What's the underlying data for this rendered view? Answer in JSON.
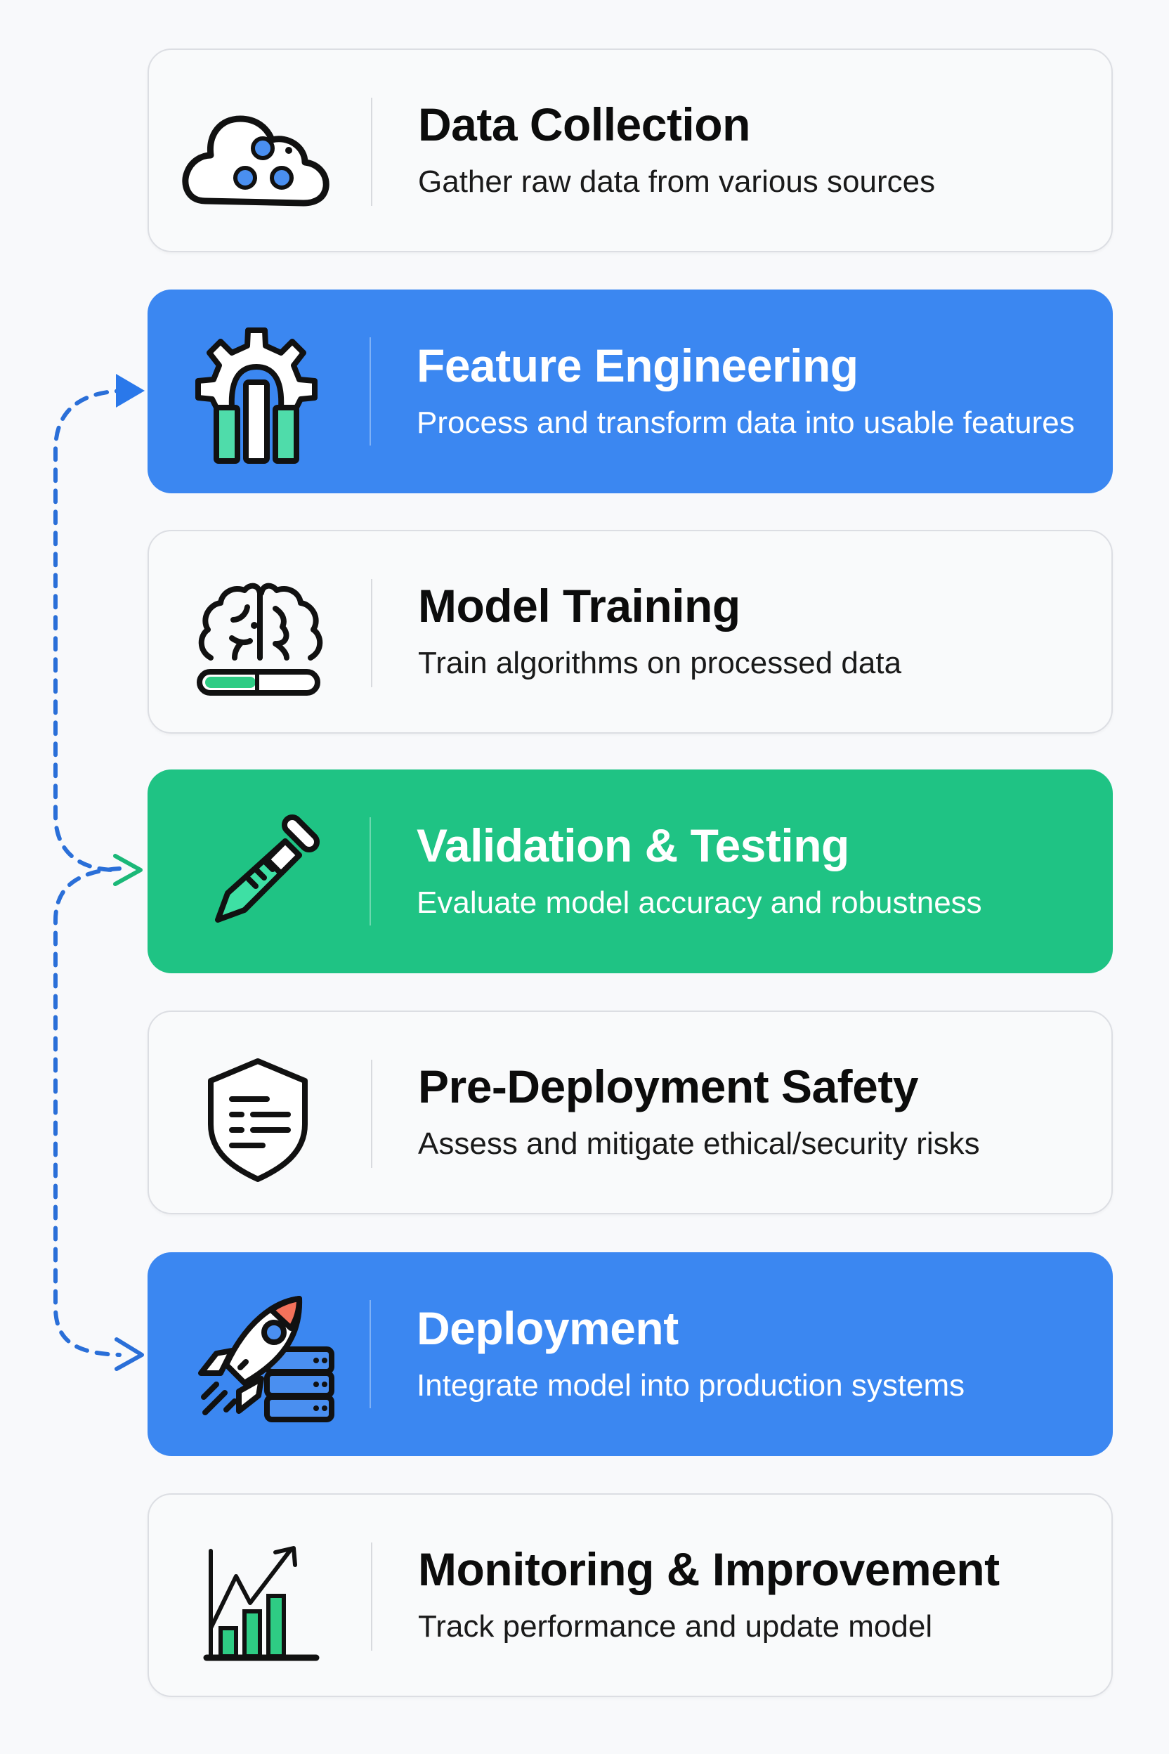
{
  "colors": {
    "background": "#f8f9fb",
    "blue": "#3b87f1",
    "green": "#1fc384",
    "connector_blue": "#2a6fd8",
    "connector_green": "#1bb878",
    "accent_coral": "#f4725b"
  },
  "steps": [
    {
      "title": "Data Collection",
      "subtitle": "Gather raw data from various sources",
      "icon": "cloud-data-icon",
      "style": "light"
    },
    {
      "title": "Feature Engineering",
      "subtitle": "Process and transform data into usable features",
      "icon": "gear-bars-icon",
      "style": "blue"
    },
    {
      "title": "Model Training",
      "subtitle": "Train algorithms on processed data",
      "icon": "brain-progress-icon",
      "style": "light"
    },
    {
      "title": "Validation & Testing",
      "subtitle": "Evaluate model accuracy and robustness",
      "icon": "test-tube-icon",
      "style": "green"
    },
    {
      "title": "Pre-Deployment Safety",
      "subtitle": "Assess and mitigate ethical/security risks",
      "icon": "shield-document-icon",
      "style": "light"
    },
    {
      "title": "Deployment",
      "subtitle": "Integrate model into production systems",
      "icon": "rocket-server-icon",
      "style": "blue"
    },
    {
      "title": "Monitoring & Improvement",
      "subtitle": "Track performance and update model",
      "icon": "chart-growth-icon",
      "style": "light"
    }
  ],
  "connectors": [
    {
      "from": "Validation & Testing",
      "to": "Feature Engineering",
      "style": "dashed"
    },
    {
      "from": "Deployment",
      "to": "Validation & Testing",
      "style": "dashed"
    }
  ]
}
